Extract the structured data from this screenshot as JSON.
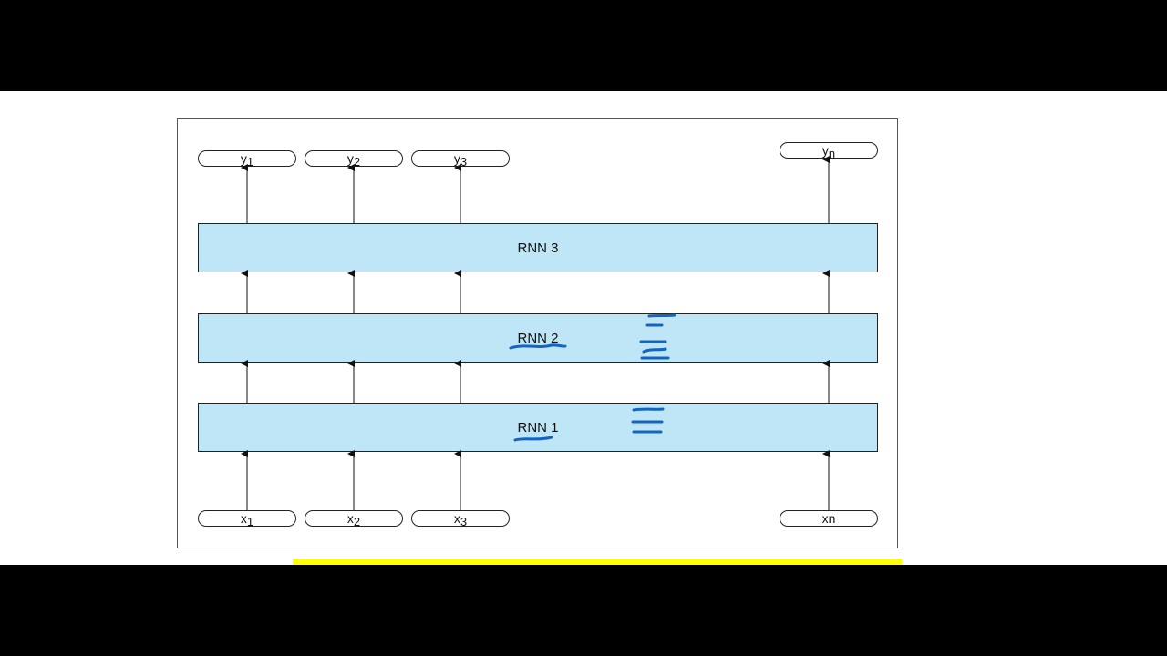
{
  "diagram": {
    "layers": [
      {
        "label": "RNN 3"
      },
      {
        "label": "RNN 2"
      },
      {
        "label": "RNN 1"
      }
    ],
    "outputs": [
      {
        "base": "y",
        "sub": "1"
      },
      {
        "base": "y",
        "sub": "2"
      },
      {
        "base": "y",
        "sub": "3"
      },
      {
        "base": "y",
        "sub": "n"
      }
    ],
    "inputs": [
      {
        "base": "x",
        "sub": "1"
      },
      {
        "base": "x",
        "sub": "2"
      },
      {
        "base": "x",
        "sub": "3"
      },
      {
        "base": "xn",
        "sub": ""
      }
    ]
  },
  "colors": {
    "layer_fill": "#bfe6f6",
    "annotation_ink": "#1565c0",
    "highlight": "#ffff00"
  }
}
